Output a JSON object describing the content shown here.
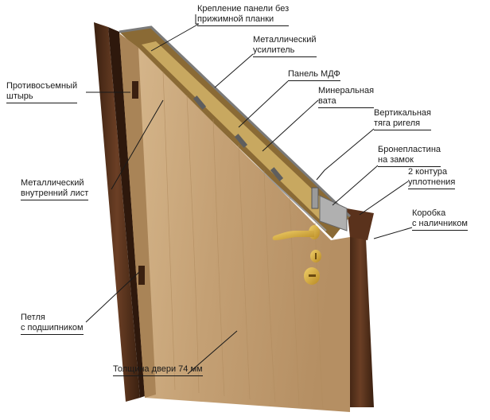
{
  "labels": {
    "panel_mount": {
      "line1": "Крепление панели без",
      "line2": "прижимной планки"
    },
    "metal_reinforcer": {
      "line1": "Металлический",
      "line2": "усилитель"
    },
    "mdf_panel": {
      "line1": "Панель МДФ"
    },
    "mineral_wool": {
      "line1": "Минеральная",
      "line2": "вата"
    },
    "vertical_rod": {
      "line1": "Вертикальная",
      "line2": "тяга ригеля"
    },
    "armor_plate": {
      "line1": "Бронепластина",
      "line2": "на замок"
    },
    "seal_contours": {
      "line1": "2 контура",
      "line2": "уплотнения"
    },
    "frame": {
      "line1": "Коробка",
      "line2": "с наличником"
    },
    "anti_removal_pin": {
      "line1": "Противосъемный",
      "line2": "штырь"
    },
    "inner_sheet": {
      "line1": "Металлический",
      "line2": "внутренний лист"
    },
    "hinge": {
      "line1": "Петля",
      "line2": "с подшипником"
    },
    "thickness": {
      "line1": "Толщина двери 74 мм"
    }
  },
  "colors": {
    "frame": "#4a2a18",
    "frame_light": "#6b3f25",
    "wood": "#c9a77c",
    "wood_dark": "#a98457",
    "gold": "#d4a93a",
    "insulation": "#c8a860",
    "steel": "#8a8a8a",
    "line": "#1a1a1a"
  }
}
